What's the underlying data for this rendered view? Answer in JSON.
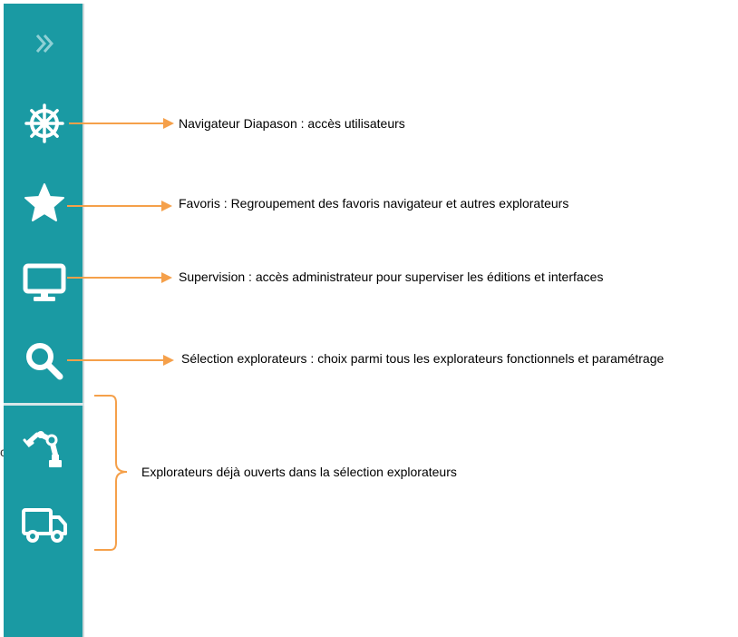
{
  "sidebar": {
    "background": "#1a9aa3",
    "items": [
      {
        "id": "expand",
        "icon": "double-chevron-right-icon"
      },
      {
        "id": "navigator",
        "icon": "ship-wheel-icon"
      },
      {
        "id": "favorites",
        "icon": "star-icon"
      },
      {
        "id": "supervision",
        "icon": "monitor-icon"
      },
      {
        "id": "explorer-selection",
        "icon": "search-icon"
      },
      {
        "id": "robot-explorer",
        "icon": "robot-arm-icon"
      },
      {
        "id": "delivery-explorer",
        "icon": "truck-icon"
      }
    ]
  },
  "annotations": {
    "navigator": "Navigateur Diapason : accès utilisateurs",
    "favorites": "Favoris : Regroupement des favoris navigateur et autres explorateurs",
    "supervision": "Supervision : accès administrateur pour superviser les éditions et interfaces",
    "explorer_selection": "Sélection explorateurs : choix parmi tous les explorateurs fonctionnels et paramétrage",
    "open_explorers": "Explorateurs déjà ouverts dans la sélection explorateurs"
  },
  "colors": {
    "arrow": "#f5a04a",
    "icon": "#ffffff",
    "chevron": "#8fd0d5"
  }
}
